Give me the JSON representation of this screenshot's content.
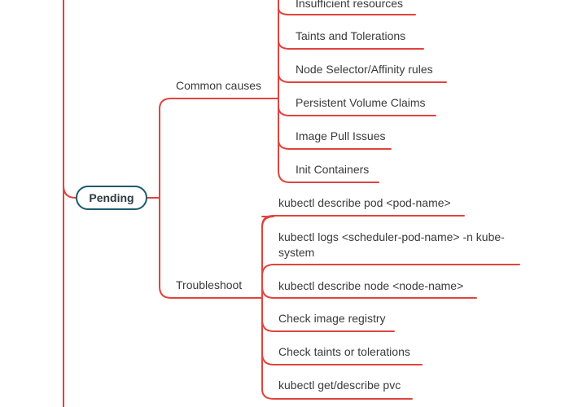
{
  "colors": {
    "connector": "#e0443e",
    "root_border": "#1d5a6b",
    "text": "#3a3a3a"
  },
  "root": {
    "label": "Pending"
  },
  "branches": [
    {
      "label": "Common causes",
      "children": [
        "Insufficient resources",
        "Taints and Tolerations",
        "Node Selector/Affinity rules",
        "Persistent Volume Claims",
        "Image Pull Issues",
        "Init Containers"
      ]
    },
    {
      "label": "Troubleshoot",
      "children": [
        "kubectl describe pod <pod-name>",
        "kubectl logs <scheduler-pod-name> -n kube-system",
        "kubectl describe node <node-name>",
        "Check image registry",
        "Check taints or tolerations",
        "kubectl get/describe pvc"
      ]
    }
  ]
}
